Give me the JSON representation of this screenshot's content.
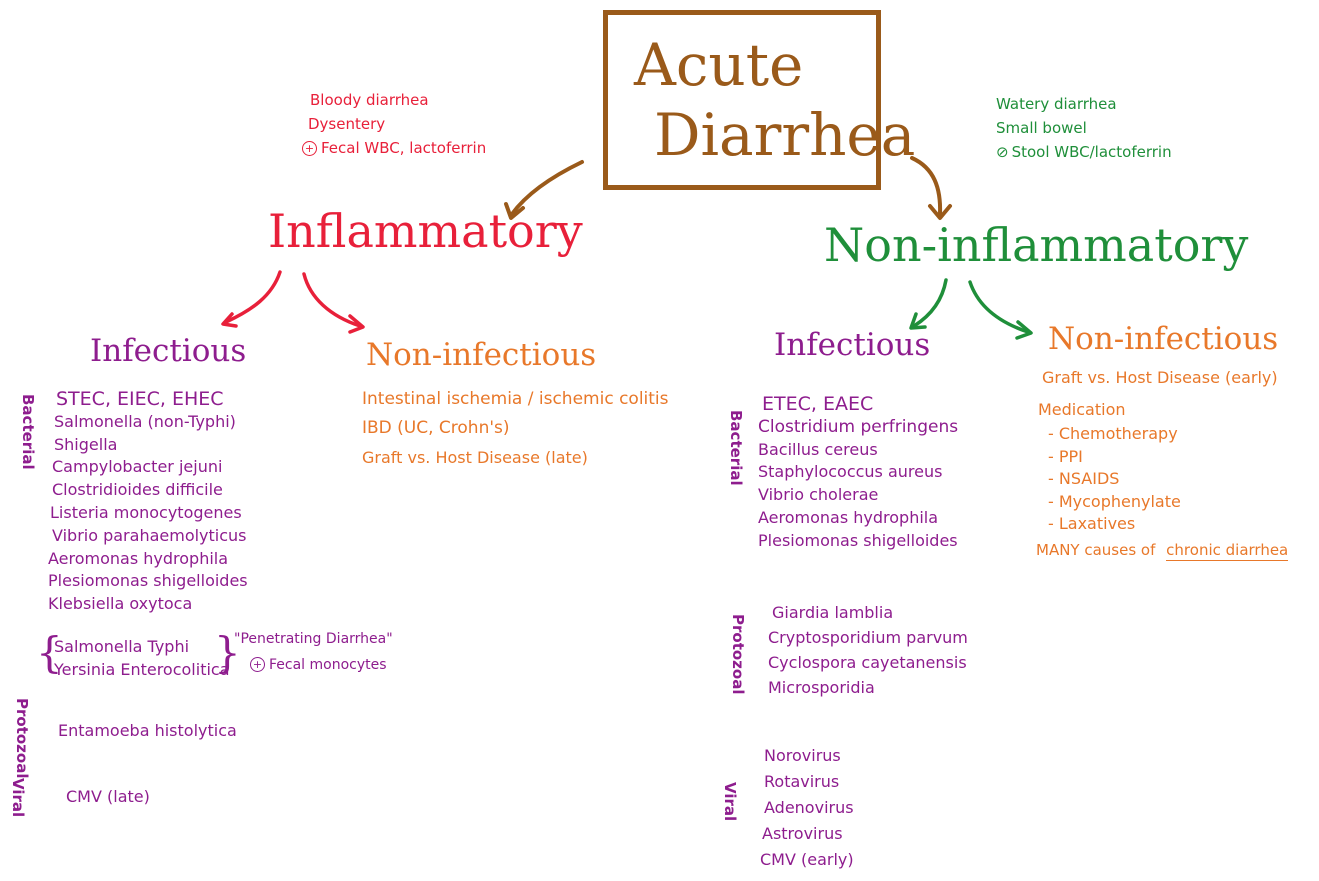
{
  "title": {
    "line1": "Acute",
    "line2": "Diarrhea"
  },
  "inflammatory": {
    "label": "Inflammatory",
    "notes": [
      "Bloody diarrhea",
      "Dysentery",
      "Fecal WBC, lactoferrin"
    ],
    "notes_symbol": "+",
    "infectious": {
      "label": "Infectious",
      "bacterial_label": "Bacterial",
      "bacterial": [
        "STEC, EIEC, EHEC",
        "Salmonella (non-Typhi)",
        "Shigella",
        "Campylobacter jejuni",
        "Clostridioides difficile",
        "Listeria monocytogenes",
        "Vibrio parahaemolyticus",
        "Aeromonas hydrophila",
        "Plesiomonas shigelloides",
        "Klebsiella oxytoca"
      ],
      "penetrating": [
        "Salmonella Typhi",
        "Yersinia Enterocolitica"
      ],
      "penetrating_label": "\"Penetrating Diarrhea\"",
      "penetrating_note": "Fecal monocytes",
      "penetrating_symbol": "+",
      "protozoal_label": "Protozoal",
      "protozoal": [
        "Entamoeba histolytica"
      ],
      "viral_label": "Viral",
      "viral": [
        "CMV (late)"
      ]
    },
    "noninfectious": {
      "label": "Non-infectious",
      "items": [
        "Intestinal ischemia / ischemic colitis",
        "IBD (UC, Crohn's)",
        "Graft vs. Host Disease (late)"
      ]
    }
  },
  "noninflammatory": {
    "label": "Non-inflammatory",
    "notes": [
      "Watery diarrhea",
      "Small bowel",
      "Stool WBC/lactoferrin"
    ],
    "notes_symbol": "⊘",
    "infectious": {
      "label": "Infectious",
      "bacterial_label": "Bacterial",
      "bacterial": [
        "ETEC, EAEC",
        "Clostridium perfringens",
        "Bacillus cereus",
        "Staphylococcus aureus",
        "Vibrio cholerae",
        "Aeromonas hydrophila",
        "Plesiomonas shigelloides"
      ],
      "protozoal_label": "Protozoal",
      "protozoal": [
        "Giardia lamblia",
        "Cryptosporidium parvum",
        "Cyclospora cayetanensis",
        "Microsporidia"
      ],
      "viral_label": "Viral",
      "viral": [
        "Norovirus",
        "Rotavirus",
        "Adenovirus",
        "Astrovirus",
        "CMV (early)"
      ]
    },
    "noninfectious": {
      "label": "Non-infectious",
      "gvhd": "Graft vs. Host Disease (early)",
      "medication_label": "Medication",
      "medications": [
        "- Chemotherapy",
        "- PPI",
        "- NSAIDS",
        "- Mycophenylate",
        "- Laxatives"
      ],
      "many_prefix": "MANY causes of",
      "many_link": "chronic diarrhea"
    }
  },
  "colors": {
    "title": "#9a5a1a",
    "inflammatory": "#e8203a",
    "noninflammatory": "#1f8f3a",
    "infectious_lists": "#8e1d8e",
    "noninfectious_lists": "#e8782a"
  }
}
